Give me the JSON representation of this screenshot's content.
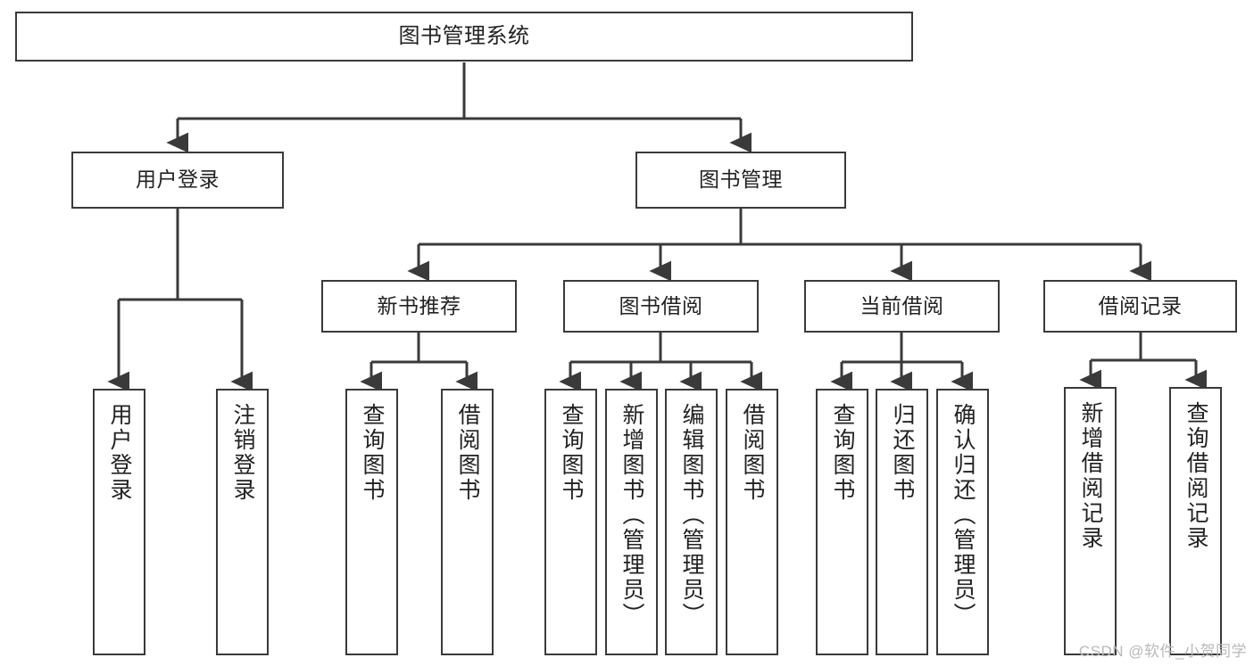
{
  "diagram": {
    "title": "图书管理系统",
    "type": "tree-hierarchy-chart",
    "root": {
      "label": "图书管理系统"
    },
    "level2": [
      {
        "label": "用户登录"
      },
      {
        "label": "图书管理"
      }
    ],
    "level3": [
      {
        "label": "新书推荐"
      },
      {
        "label": "图书借阅"
      },
      {
        "label": "当前借阅"
      },
      {
        "label": "借阅记录"
      }
    ],
    "leaves": {
      "user_login": [
        {
          "label": "用户登录"
        },
        {
          "label": "注销登录"
        }
      ],
      "new_book_recommend": [
        {
          "label": "查询图书"
        },
        {
          "label": "借阅图书"
        }
      ],
      "book_borrow": [
        {
          "label": "查询图书"
        },
        {
          "label": "新增图书（管理员）"
        },
        {
          "label": "编辑图书（管理员）"
        },
        {
          "label": "借阅图书"
        }
      ],
      "current_borrow": [
        {
          "label": "查询图书"
        },
        {
          "label": "归还图书"
        },
        {
          "label": "确认归还（管理员）"
        }
      ],
      "borrow_record": [
        {
          "label": "新增借阅记录"
        },
        {
          "label": "查询借阅记录"
        }
      ]
    }
  },
  "watermark": {
    "text": "CSDN @软件_小贺同学"
  },
  "colors": {
    "stroke": "#3a3a3a",
    "fill": "#ffffff",
    "text": "#222222",
    "watermark": "#b9b9b9"
  }
}
